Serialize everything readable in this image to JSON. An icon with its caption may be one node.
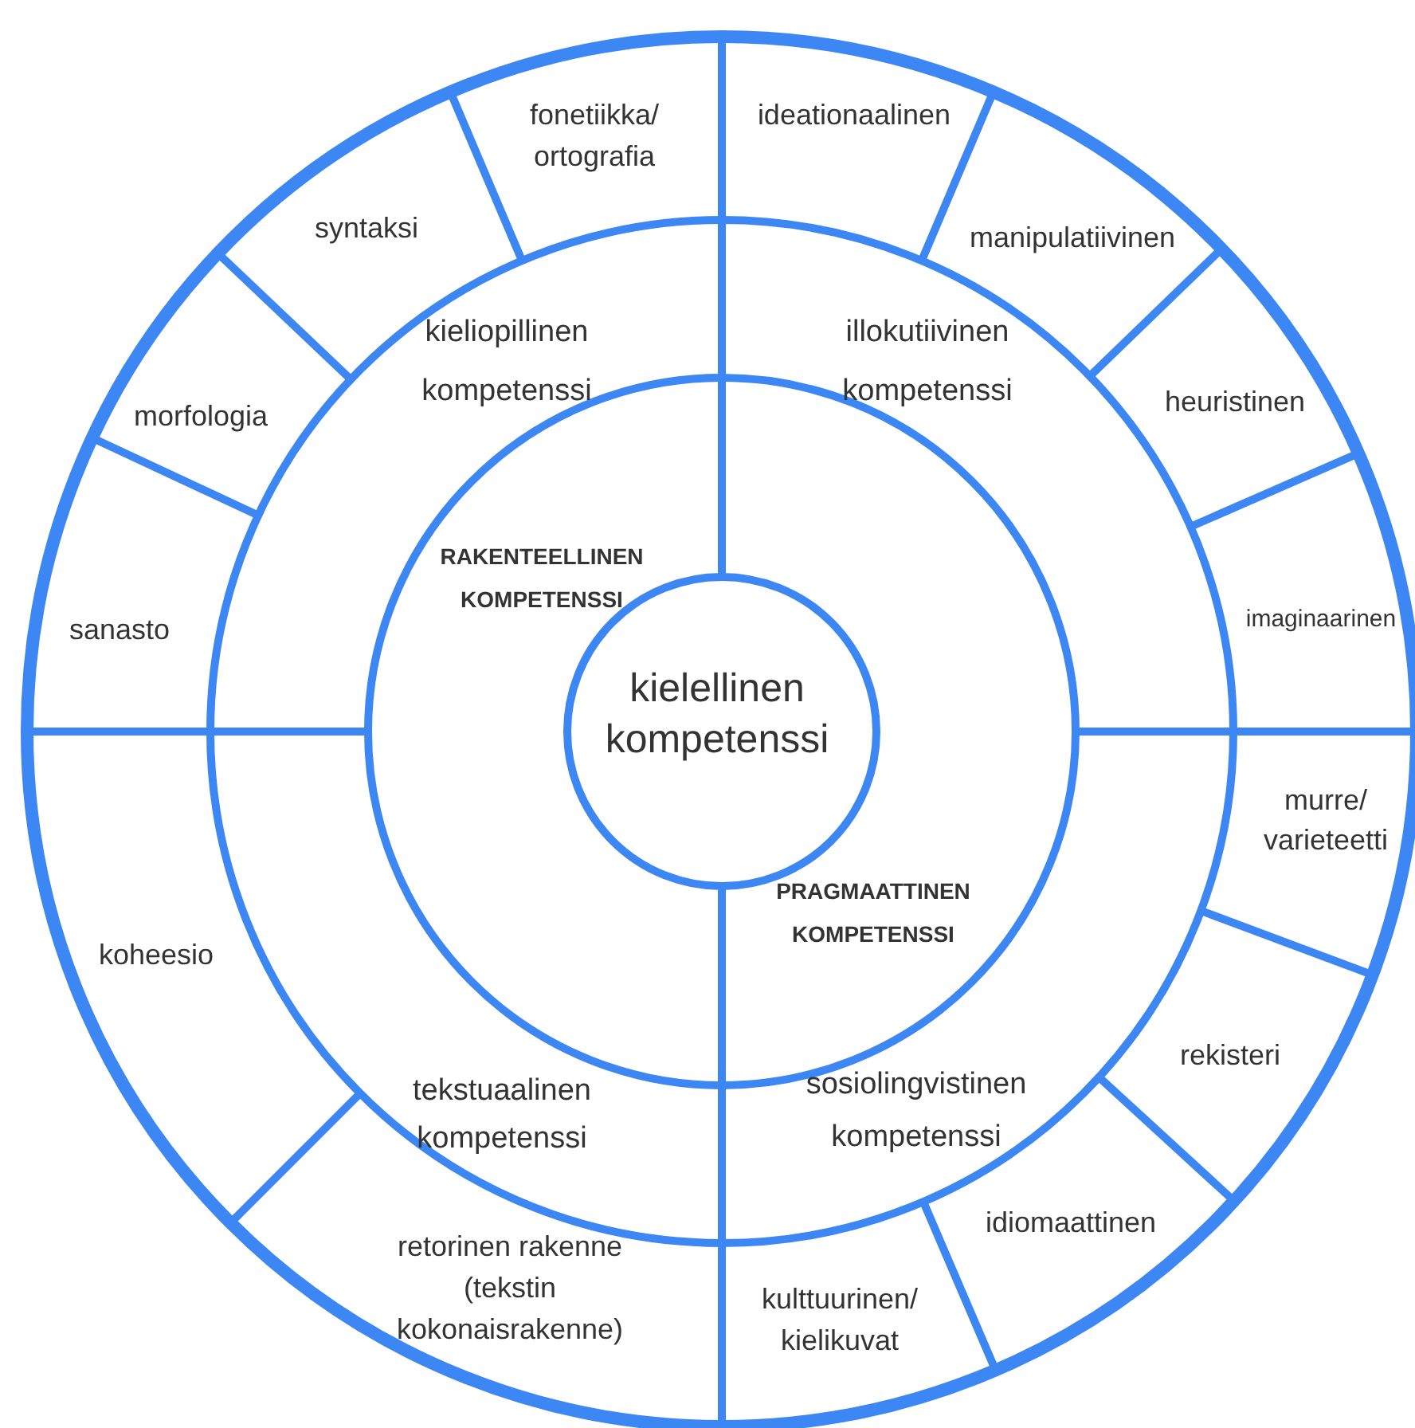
{
  "diagram": {
    "nodes": [
      {
        "text": [
          "kielellinen kompetenssi"
        ]
      },
      {
        "text": [
          "RAKENTEELLINEN KOMPETENSSI"
        ]
      },
      {
        "text": [
          "PRAGMAATTINEN KOMPETENSSI"
        ]
      },
      {
        "text": [
          "kieliopillinen kompetenssi"
        ]
      },
      {
        "text": [
          "illokutiivinen kompetenssi"
        ]
      },
      {
        "text": [
          "tekstuaalinen kompetenssi"
        ]
      },
      {
        "text": [
          "sosiolingvistinen kompetenssi"
        ]
      },
      {
        "text": [
          "fonetiikka/ ortografia"
        ]
      },
      {
        "text": [
          "ideationaalinen"
        ]
      },
      {
        "text": [
          "manipulatiivinen"
        ]
      },
      {
        "text": [
          "heuristinen"
        ]
      },
      {
        "text": [
          "imaginaarinen"
        ]
      },
      {
        "text": [
          "murre/ varieteetti"
        ]
      },
      {
        "text": [
          "rekisteri"
        ]
      },
      {
        "text": [
          "idiomaattinen"
        ]
      },
      {
        "text": [
          "kulttuurinen/ kielikuvat"
        ]
      },
      {
        "text": [
          "retorinen rakenne (tekstin kokonaisrakenne)"
        ]
      },
      {
        "text": [
          "koheesio"
        ]
      },
      {
        "text": [
          "sanasto"
        ]
      },
      {
        "text": [
          "morfologia"
        ]
      },
      {
        "text": [
          "syntaksi"
        ]
      }
    ]
  }
}
